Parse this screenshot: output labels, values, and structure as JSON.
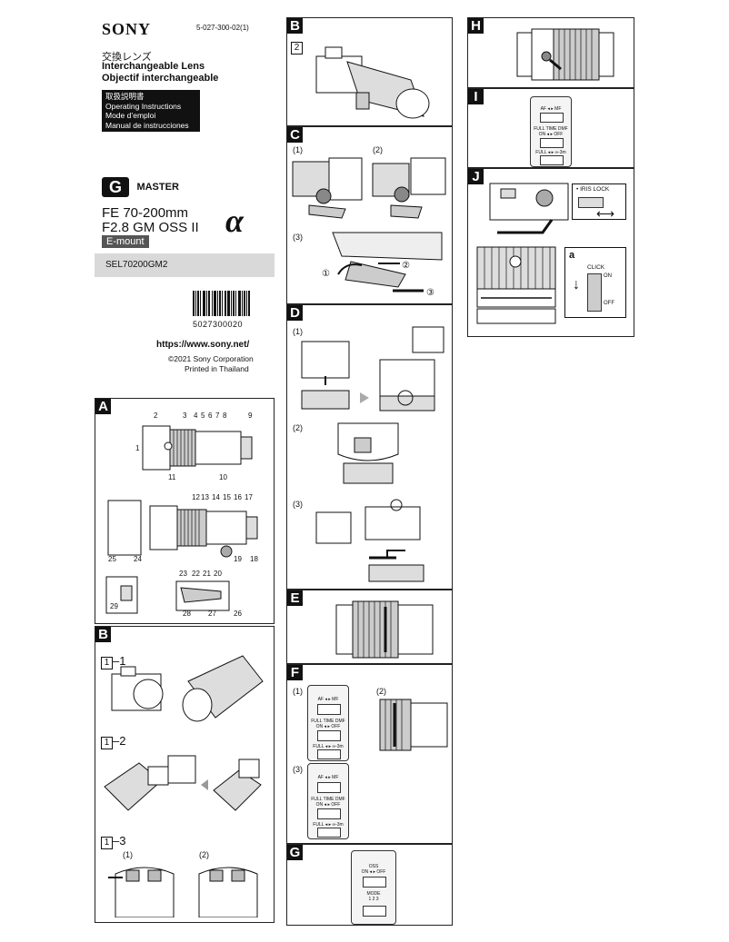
{
  "header": {
    "brand": "SONY",
    "doc_code": "5-027-300-02(1)",
    "title_ja": "交換レンズ",
    "title_en": "Interchangeable Lens",
    "title_fr": "Objectif interchangeable",
    "instr_ja": "取扱説明書",
    "instr_en": "Operating Instructions",
    "instr_fr": "Mode d’emploi",
    "instr_es": "Manual de instrucciones"
  },
  "product": {
    "series_logo_letter": "G",
    "series_name": "MASTER",
    "name_line1": "FE 70-200mm",
    "name_line2": "F2.8 GM OSS II",
    "alpha_symbol": "α",
    "mount": "E-mount",
    "model": "SEL70200GM2",
    "barcode_number": "5027300020",
    "url": "https://www.sony.net/",
    "copyright": "©2021 Sony Corporation",
    "printed": "Printed in Thailand"
  },
  "panels": {
    "A": {
      "label": "A",
      "callouts": [
        "1",
        "2",
        "3",
        "4",
        "5",
        "6",
        "7",
        "8",
        "9",
        "10",
        "11",
        "12",
        "13",
        "14",
        "15",
        "16",
        "17",
        "18",
        "19",
        "20",
        "21",
        "22",
        "23",
        "24",
        "25",
        "26",
        "27",
        "28",
        "29"
      ]
    },
    "B_left": {
      "label": "B",
      "steps": [
        {
          "num": "1",
          "suffix": "–1"
        },
        {
          "num": "1",
          "suffix": "–2"
        },
        {
          "num": "1",
          "suffix": "–3"
        }
      ],
      "sub": [
        "(1)",
        "(2)"
      ]
    },
    "B_right": {
      "label": "B",
      "step_num": "2"
    },
    "C": {
      "label": "C",
      "sub": [
        "(1)",
        "(2)",
        "(3)"
      ],
      "markers": [
        "①",
        "②",
        "③"
      ]
    },
    "D": {
      "label": "D",
      "sub": [
        "(1)",
        "(2)",
        "(3)"
      ]
    },
    "E": {
      "label": "E"
    },
    "F": {
      "label": "F",
      "sub": [
        "(1)",
        "(2)",
        "(3)"
      ]
    },
    "G": {
      "label": "G",
      "switch1_title": "OSS",
      "switch1_opts": "ON ◂ ▸ OFF",
      "switch2_title": "MODE",
      "switch2_opts": "1 2 3"
    },
    "H": {
      "label": "H"
    },
    "I": {
      "label": "I"
    },
    "J": {
      "label": "J",
      "iris_lock": "• IRIS LOCK",
      "sub_a": "a",
      "click": "CLICK",
      "on": "ON",
      "off": "OFF"
    }
  },
  "focus_switch": {
    "af_mf": "AF ◂ ▸ MF",
    "range_title": "FULL TIME DMF",
    "range_opts": "ON ◂ ▸ OFF",
    "full": "FULL ◂ ▸ ∞-3m"
  },
  "colors": {
    "ink": "#111111",
    "model_bar": "#d9d9d9",
    "panel_border": "#222222"
  }
}
